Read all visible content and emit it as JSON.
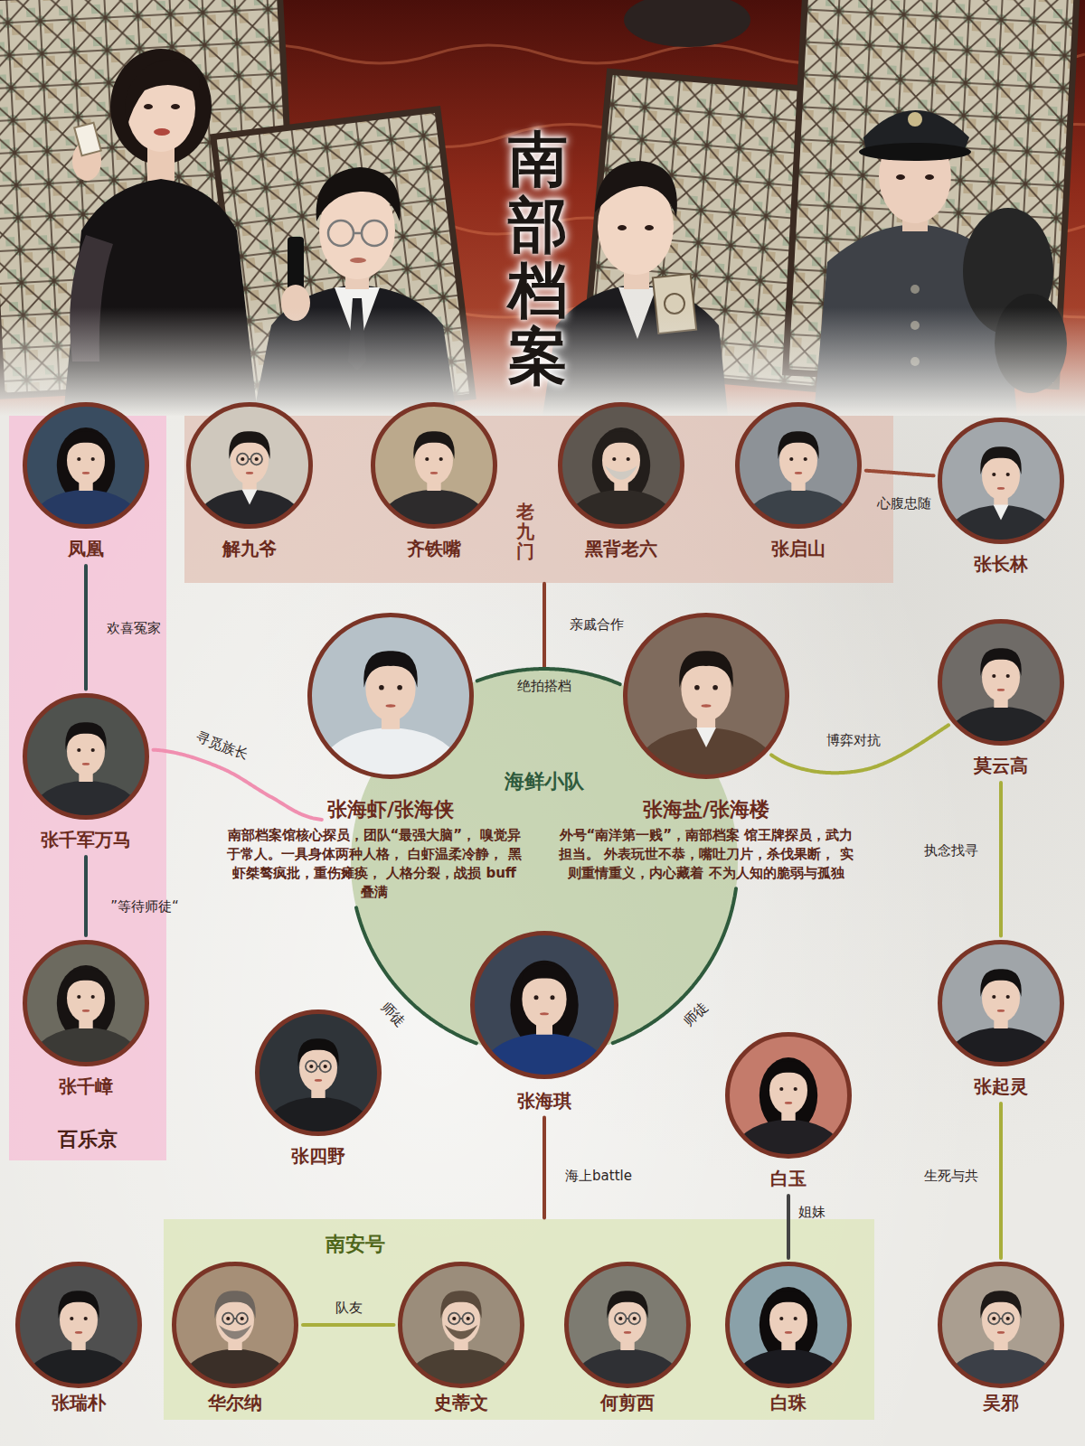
{
  "diagram": {
    "title": "南部档案",
    "nodes": [
      {
        "text": [
          "老九门"
        ]
      },
      {
        "text": [
          "解九爷"
        ],
        "in": 0
      },
      {
        "text": [
          "齐铁嘴"
        ],
        "in": 0
      },
      {
        "text": [
          "黑背老六"
        ],
        "in": 0
      },
      {
        "text": [
          "张启山"
        ],
        "in": 0
      },
      {
        "text": [
          "张长林"
        ]
      },
      {
        "text": [
          "百乐京"
        ]
      },
      {
        "text": [
          "凤凰"
        ],
        "in": 6
      },
      {
        "text": [
          "张千军万马"
        ],
        "in": 6
      },
      {
        "text": [
          "张千嶂"
        ],
        "in": 6
      },
      {
        "text": [
          "海鲜小队"
        ]
      },
      {
        "text": [
          "张海虾/张海侠",
          "南部档案馆核心探员，团队“最强大脑”， 嗅觉异于常人。一具身体两种人格， 白虾温柔冷静， 黑虾桀骜疯批，重伤瘫痪， 人格分裂，战损 buff 叠满"
        ],
        "in": 10
      },
      {
        "text": [
          "张海盐/张海楼",
          "外号“南洋第一贱”，南部档案 馆王牌探员，武力担当。 外表玩世不恭，嘴吐刀片，杀伐果断， 实则重情重义，内心藏着 不为人知的脆弱与孤独"
        ],
        "in": 10
      },
      {
        "text": [
          "张海琪"
        ],
        "in": 10
      },
      {
        "text": [
          "张四野"
        ]
      },
      {
        "text": [
          "白玉"
        ]
      },
      {
        "text": [
          "莫云高"
        ]
      },
      {
        "text": [
          "张起灵"
        ]
      },
      {
        "text": [
          "吴邪"
        ]
      },
      {
        "text": [
          "南安号"
        ]
      },
      {
        "text": [
          "华尔纳"
        ],
        "in": 19
      },
      {
        "text": [
          "史蒂文"
        ],
        "in": 19
      },
      {
        "text": [
          "何剪西"
        ],
        "in": 19
      },
      {
        "text": [
          "白珠"
        ],
        "in": 19
      },
      {
        "text": [
          "张瑞朴"
        ]
      }
    ],
    "edges": [
      {
        "from": 4,
        "to": 5,
        "label": "心腹忠随",
        "arrow": "none"
      },
      {
        "from": 7,
        "to": 8,
        "label": "欢喜冤家",
        "arrow": "none"
      },
      {
        "from": 8,
        "to": 9,
        "label": "”等待师徒“",
        "arrow": "none"
      },
      {
        "from": 8,
        "to": 11,
        "label": "寻觅族长",
        "arrow": "none"
      },
      {
        "from": 0,
        "to": 10,
        "label": "亲戚合作",
        "arrow": "none"
      },
      {
        "from": 11,
        "to": 12,
        "label": "绝拍搭档",
        "arrow": "none"
      },
      {
        "from": 11,
        "to": 13,
        "label": "师徒",
        "arrow": "none"
      },
      {
        "from": 12,
        "to": 13,
        "label": "师徒",
        "arrow": "none"
      },
      {
        "from": 12,
        "to": 16,
        "label": "博弈对抗",
        "arrow": "none"
      },
      {
        "from": 16,
        "to": 17,
        "label": "执念找寻",
        "arrow": "none"
      },
      {
        "from": 17,
        "to": 18,
        "label": "生死与共",
        "arrow": "none"
      },
      {
        "from": 13,
        "to": 19,
        "label": "海上battle",
        "arrow": "none"
      },
      {
        "from": 15,
        "to": 23,
        "label": "姐妹",
        "arrow": "none"
      },
      {
        "from": 20,
        "to": 21,
        "label": "队友",
        "arrow": "none"
      }
    ]
  }
}
